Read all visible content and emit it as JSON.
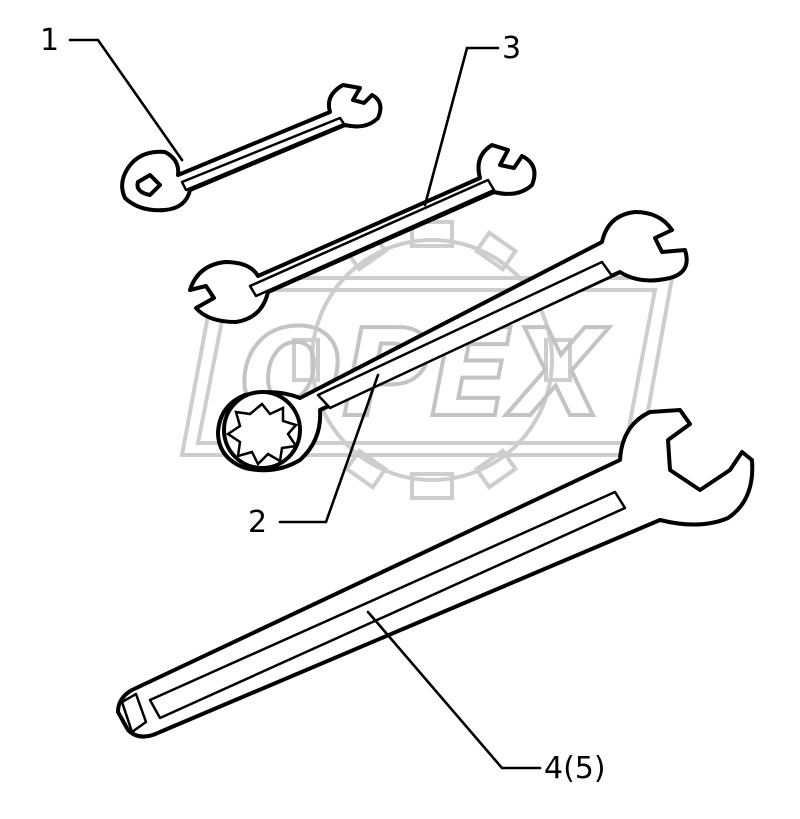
{
  "watermark": {
    "text": "OPEX"
  },
  "callouts": [
    {
      "id": "1",
      "label": "1"
    },
    {
      "id": "2",
      "label": "2"
    },
    {
      "id": "3",
      "label": "3"
    },
    {
      "id": "4",
      "label": "4(5)"
    }
  ]
}
